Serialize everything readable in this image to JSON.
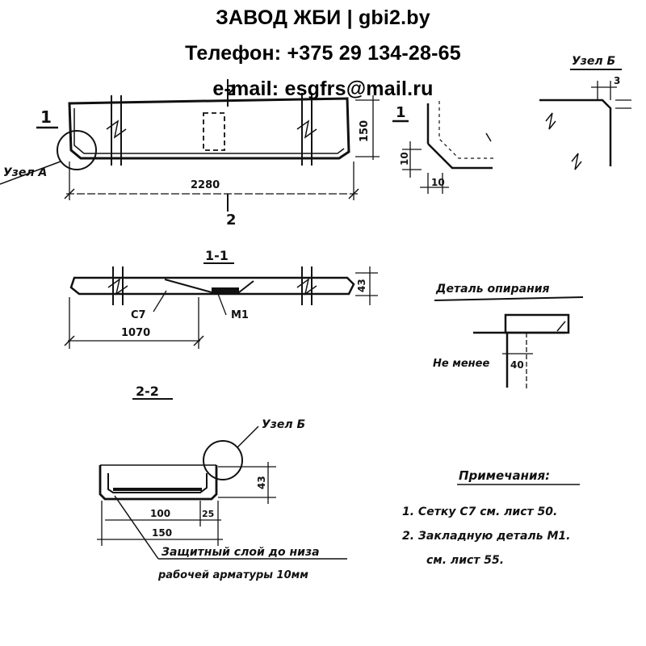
{
  "header": {
    "title": "ЗАВОД ЖБИ | gbi2.by",
    "phone": "Телефон: +375 29 134-28-65",
    "email": "e-mail: esgfrs@mail.ru"
  },
  "drawing": {
    "section_mark_1": "1",
    "section_mark_2": "2",
    "node_a": "Узел А",
    "node_b": "Узел Б",
    "length_2280": "2280",
    "height_150": "150",
    "dim_10_a": "10",
    "dim_10_b": "10",
    "dim_3": "3",
    "section_1_1": "1-1",
    "dim_43_a": "43",
    "label_c7": "С7",
    "label_m1": "М1",
    "dim_1070": "1070",
    "support_detail": "Деталь опирания",
    "not_less": "Не менее",
    "dim_40": "40",
    "section_2_2": "2-2",
    "dim_43_b": "43",
    "dim_100": "100",
    "dim_25": "25",
    "dim_150": "150",
    "cover_line1": "Защитный слой до низа",
    "cover_line2": "рабочей арматуры 10мм",
    "notes_title": "Примечания:",
    "note1": "1. Сетку С7 см. лист 50.",
    "note2": "2. Закладную деталь М1.",
    "note3": "см. лист 55."
  }
}
